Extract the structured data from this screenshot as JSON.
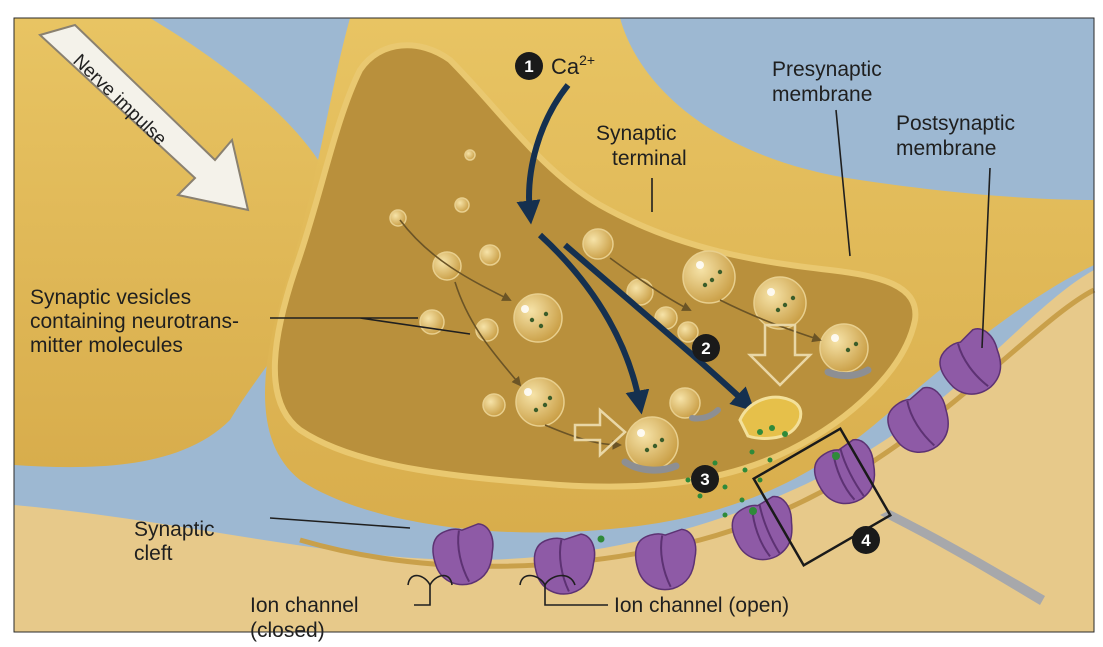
{
  "labels": {
    "nerve_impulse": "Nerve impulse",
    "calcium": "Ca",
    "calcium_charge": "2+",
    "presynaptic_1": "Presynaptic",
    "presynaptic_2": "membrane",
    "terminal_1": "Synaptic",
    "terminal_2": "terminal",
    "postsynaptic_1": "Postsynaptic",
    "postsynaptic_2": "membrane",
    "vesicles_1": "Synaptic vesicles",
    "vesicles_2": "containing neurotrans-",
    "vesicles_3": "mitter molecules",
    "cleft_1": "Synaptic",
    "cleft_2": "cleft",
    "ion_closed_1": "Ion channel",
    "ion_closed_2": "(closed)",
    "ion_open": "Ion channel (open)"
  },
  "steps": [
    "1",
    "2",
    "3",
    "4"
  ],
  "colors": {
    "background_fluid": "#9db8d2",
    "neuron_tissue": "#e4bd5a",
    "terminal_interior": "#b9903c",
    "vesicle": "#ddb968",
    "ion_channel": "#8e5aa6",
    "arrow": "#15304f",
    "neurotransmitter": "#2f8a3a"
  }
}
